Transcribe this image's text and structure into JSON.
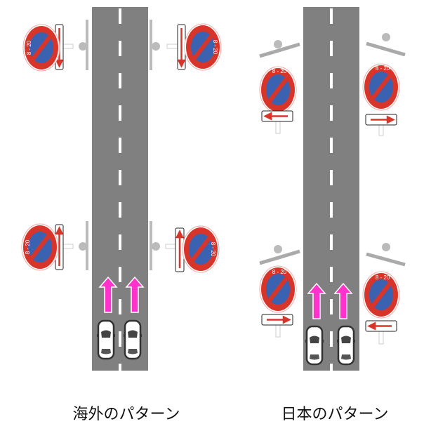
{
  "colors": {
    "road": "#808080",
    "sign_red": "#d8352a",
    "sign_blue": "#3a62b0",
    "arrow_pink": "#ff33cc",
    "post": "#bbbbbb"
  },
  "sign_text": "8 - 20",
  "panels": [
    {
      "caption": "海外のパターン"
    },
    {
      "caption": "日本のパターン"
    }
  ]
}
